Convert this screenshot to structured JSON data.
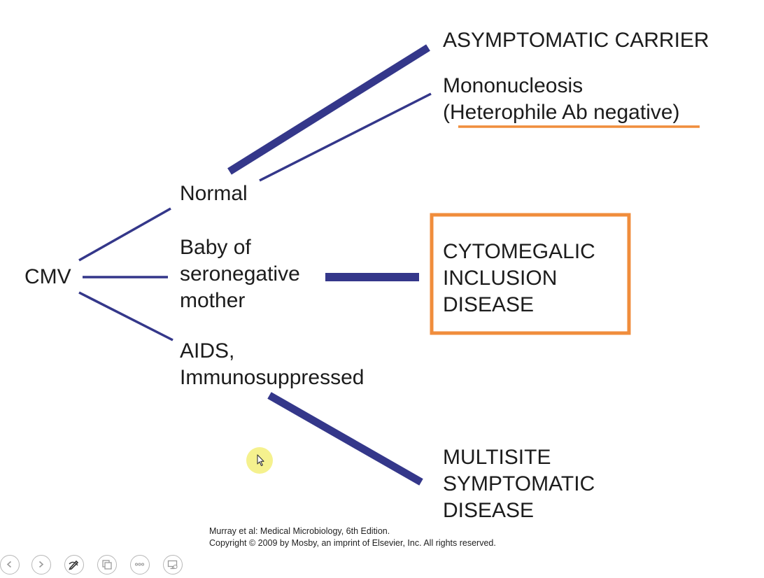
{
  "diagram": {
    "root": "CMV",
    "hosts": {
      "normal": "Normal",
      "baby": [
        "Baby of",
        "seronegative",
        "mother"
      ],
      "aids": [
        "AIDS,",
        "Immunosuppressed"
      ]
    },
    "outcomes": {
      "carrier": "ASYMPTOMATIC CARRIER",
      "mono": [
        "Mononucleosis",
        "(Heterophile Ab negative)"
      ],
      "cid": [
        "CYTOMEGALIC",
        "INCLUSION",
        "DISEASE"
      ],
      "multisite": [
        "MULTISITE",
        "SYMPTOMATIC",
        "DISEASE"
      ]
    },
    "colors": {
      "line": "#34378a",
      "highlight": "#f08d3c",
      "text": "#1c1c1c"
    }
  },
  "copyright": {
    "line1": "Murray et al: Medical Microbiology, 6th Edition.",
    "line2": "Copyright © 2009 by Mosby, an imprint of Elsevier, Inc. All rights reserved."
  },
  "controls": [
    {
      "name": "previous-slide-button",
      "icon": "chevron-left-icon"
    },
    {
      "name": "next-slide-button",
      "icon": "chevron-right-icon"
    },
    {
      "name": "pen-tool-button",
      "icon": "pen-icon"
    },
    {
      "name": "slide-view-button",
      "icon": "slides-icon"
    },
    {
      "name": "more-options-button",
      "icon": "more-icon"
    },
    {
      "name": "presenter-view-button",
      "icon": "screen-icon"
    }
  ]
}
